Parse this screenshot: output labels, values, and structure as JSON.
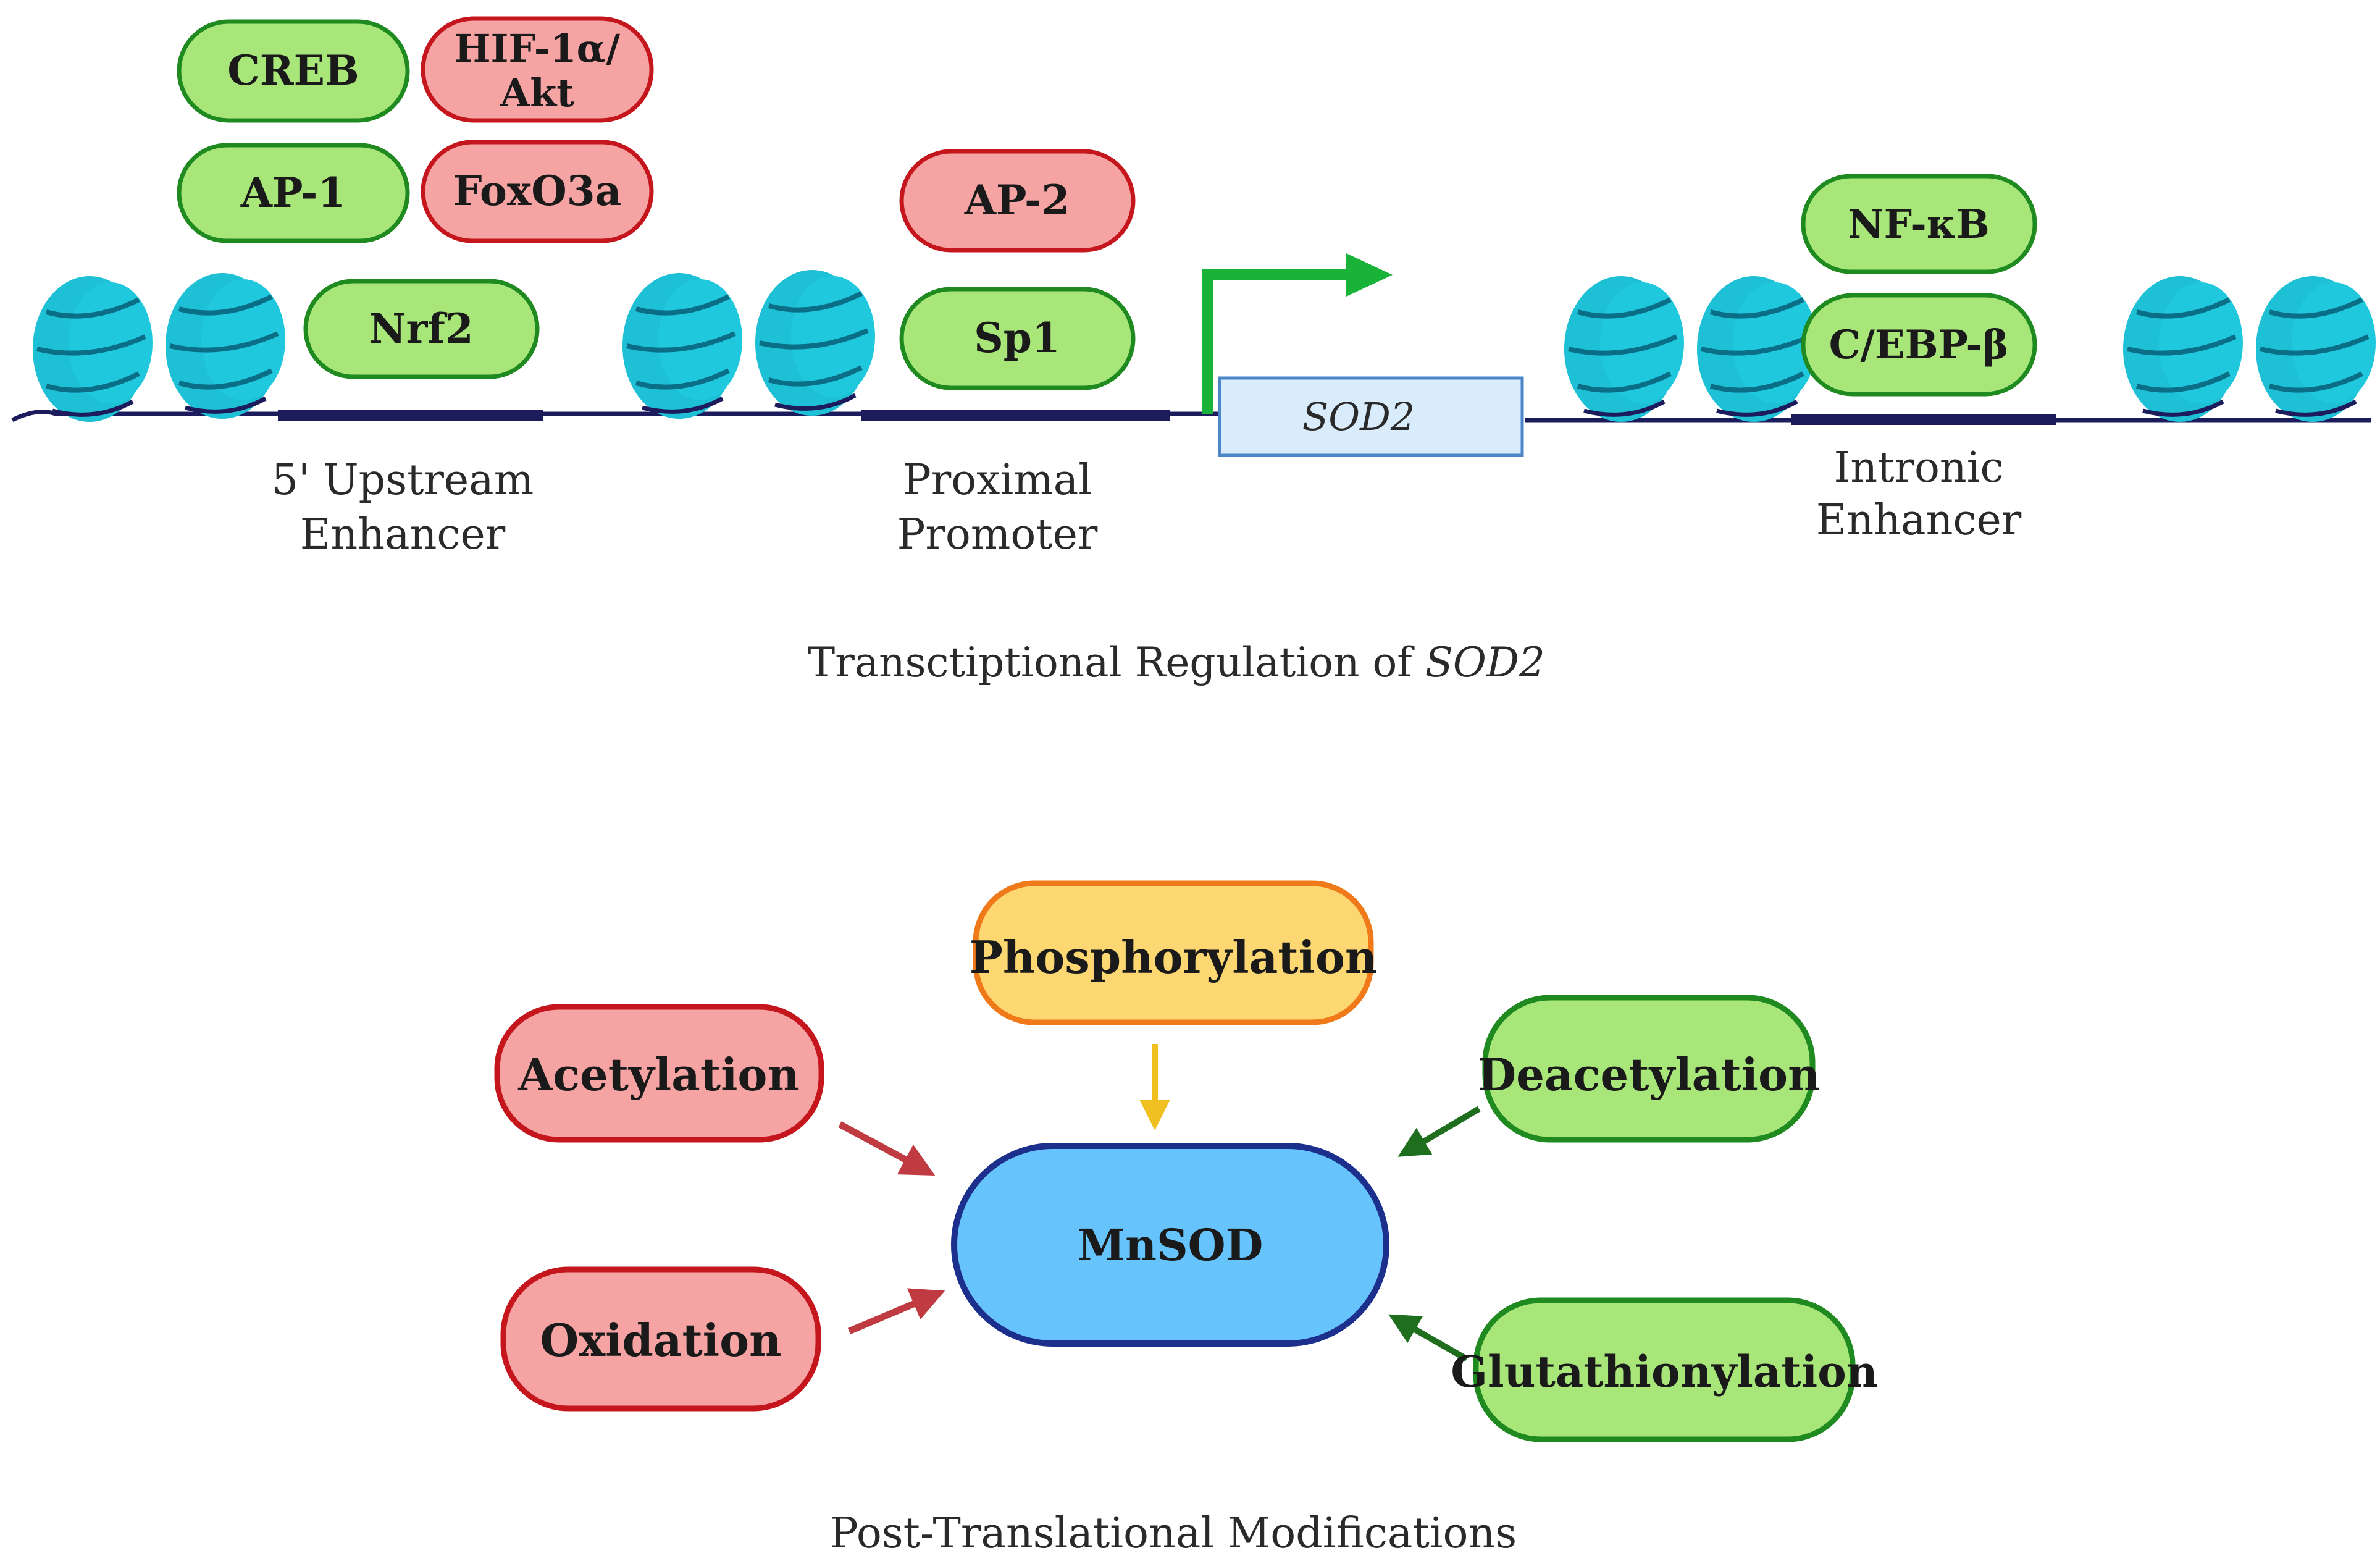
{
  "colors": {
    "activator_fill": "#a8e67a",
    "activator_stroke": "#1f8a1f",
    "repressor_fill": "#f5a3a3",
    "repressor_stroke": "#c4161c",
    "neutral_fill": "#fcd772",
    "neutral_stroke": "#f07a1a",
    "center_fill": "#66c3fb",
    "center_stroke": "#1c2f8c",
    "nucleosome": "#1ec0d6",
    "nucleosome_dark": "#0a7f96",
    "dna": "#1c1c5c",
    "tss_arrow": "#1ab33a",
    "gene_fill": "#d8ecfb",
    "gene_stroke": "#4a86c8",
    "red_arrow": "#c03a42",
    "yellow_arrow": "#f0c020",
    "green_arrow": "#1e6e1e"
  },
  "transcription": {
    "title_prefix": "Transctiptional Regulation of ",
    "title_gene": "SOD2",
    "gene_label": "SOD2",
    "regions": {
      "upstream": {
        "line1": "5' Upstream",
        "line2": "Enhancer"
      },
      "promoter": {
        "line1": "Proximal",
        "line2": "Promoter"
      },
      "intronic": {
        "line1": "Intronic",
        "line2": "Enhancer"
      }
    },
    "factors": {
      "creb": "CREB",
      "hif_line1": "HIF-1α/",
      "hif_line2": "Akt",
      "ap1": "AP-1",
      "foxo3a": "FoxO3a",
      "nrf2": "Nrf2",
      "ap2": "AP-2",
      "sp1": "Sp1",
      "nfkb": "NF-κB",
      "cebpb": "C/EBP-β"
    }
  },
  "ptm": {
    "title": "Post-Translational Modifications",
    "center": "MnSOD",
    "phosphorylation": "Phosphorylation",
    "acetylation": "Acetylation",
    "deacetylation": "Deacetylation",
    "oxidation": "Oxidation",
    "glutathionylation": "Glutathionylation"
  }
}
